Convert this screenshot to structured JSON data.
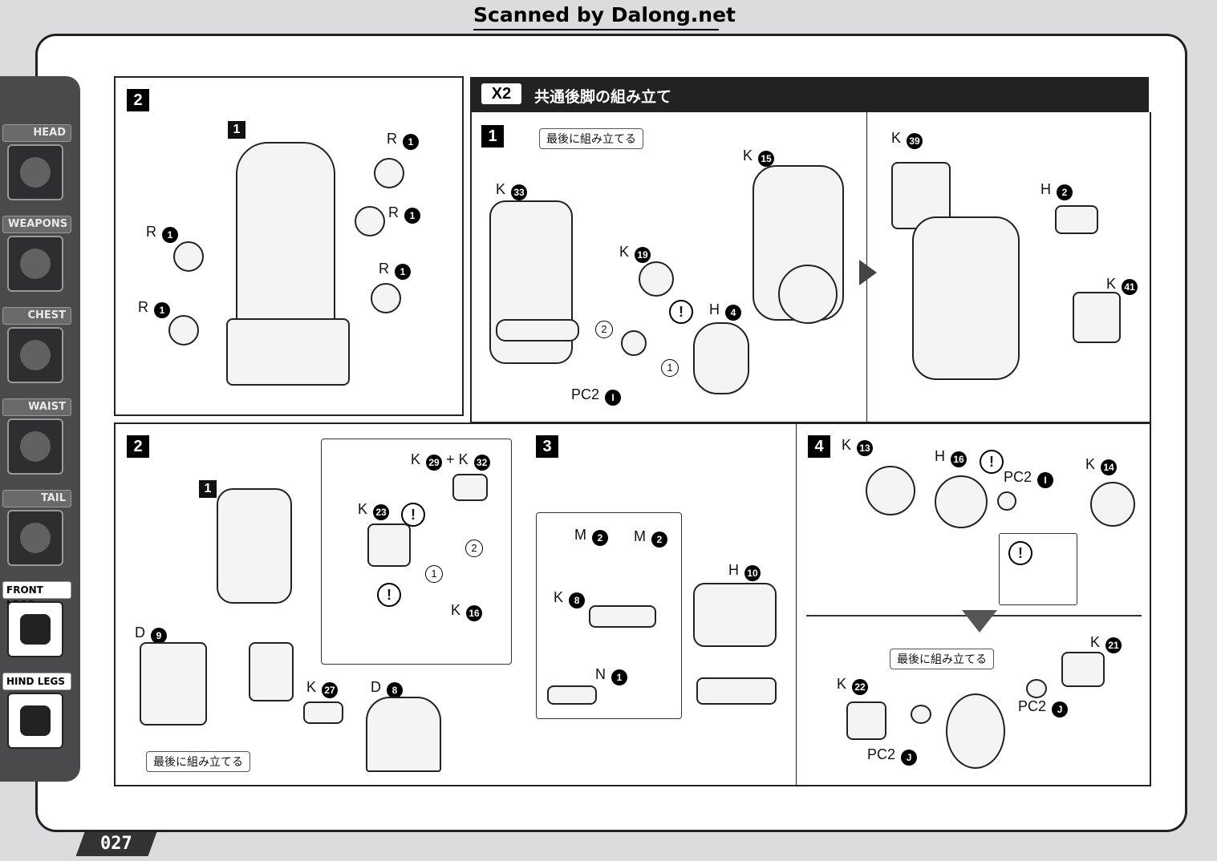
{
  "watermark": "Scanned by Dalong.net",
  "page_number": "027",
  "sidebar": {
    "items": [
      {
        "label": "HEAD",
        "active": false
      },
      {
        "label": "WEAPONS",
        "active": false
      },
      {
        "label": "CHEST",
        "active": false
      },
      {
        "label": "WAIST",
        "active": false
      },
      {
        "label": "TAIL",
        "active": false
      },
      {
        "label": "FRONT LEGS",
        "active": true
      },
      {
        "label": "HIND LEGS",
        "active": true
      }
    ]
  },
  "section": {
    "multiplier": "X2",
    "title": "共通後脚の組み立て"
  },
  "callout_text": "最後に組み立てる",
  "panelA": {
    "step": "2",
    "sub": "1",
    "parts": [
      "R",
      "R",
      "R",
      "R",
      "R"
    ],
    "num": "1"
  },
  "panelB": {
    "step": "1",
    "labels": {
      "k15": "K",
      "n15": "15",
      "k33": "K",
      "n33": "33",
      "k19": "K",
      "n19": "19",
      "h4": "H",
      "n4": "4",
      "pc2": "PC2",
      "nI": "I"
    },
    "c1": "1",
    "c2": "2"
  },
  "panelC": {
    "labels": {
      "k39": "K",
      "n39": "39",
      "h2": "H",
      "n2": "2",
      "k41": "K",
      "n41": "41"
    }
  },
  "panelD": {
    "step": "2",
    "sub": "1",
    "labels": {
      "k29": "K",
      "n29": "29",
      "plus": "+",
      "k32": "K",
      "n32": "32",
      "k23": "K",
      "n23": "23",
      "k16": "K",
      "n16": "16",
      "d9": "D",
      "n9": "9",
      "k27": "K",
      "n27": "27",
      "d8": "D",
      "n8": "8"
    },
    "c1": "1",
    "c2": "2"
  },
  "panelE": {
    "step": "3",
    "labels": {
      "m2a": "M",
      "nm2a": "2",
      "m2b": "M",
      "nm2b": "2",
      "k8": "K",
      "n8": "8",
      "n1l": "N",
      "nn1": "1",
      "h10": "H",
      "n10": "10"
    }
  },
  "panelF": {
    "step": "4",
    "labels": {
      "k13": "K",
      "n13": "13",
      "h16": "H",
      "n16": "16",
      "pc2i": "PC2",
      "nI": "I",
      "k14": "K",
      "n14": "14",
      "k21": "K",
      "n21": "21",
      "k22": "K",
      "n22": "22",
      "pc2j1": "PC2",
      "nj1": "J",
      "pc2j2": "PC2",
      "nj2": "J"
    }
  }
}
